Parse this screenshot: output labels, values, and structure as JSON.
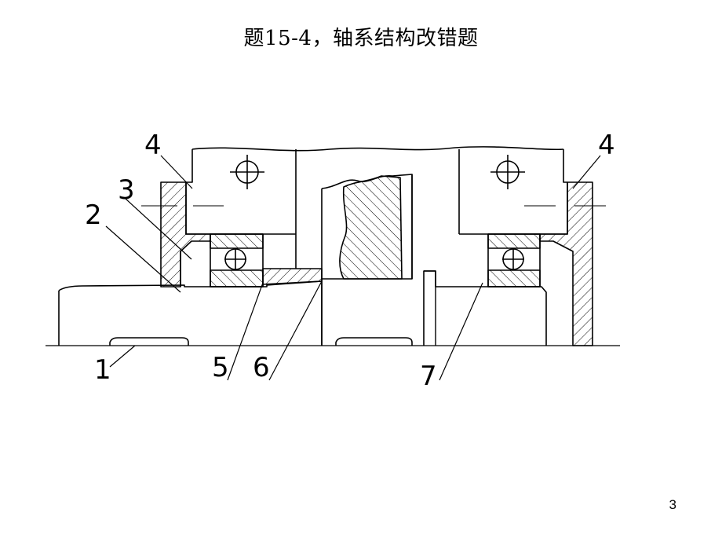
{
  "slide": {
    "title": "题15-4，轴系结构改错题",
    "page_number": "3"
  },
  "diagram": {
    "labels": {
      "l1": "1",
      "l2": "2",
      "l3": "3",
      "l4_left": "4",
      "l4_right": "4",
      "l5": "5",
      "l6": "6",
      "l7": "7"
    },
    "colors": {
      "line": "#000000",
      "hatch": "#000000",
      "background": "#ffffff"
    }
  }
}
